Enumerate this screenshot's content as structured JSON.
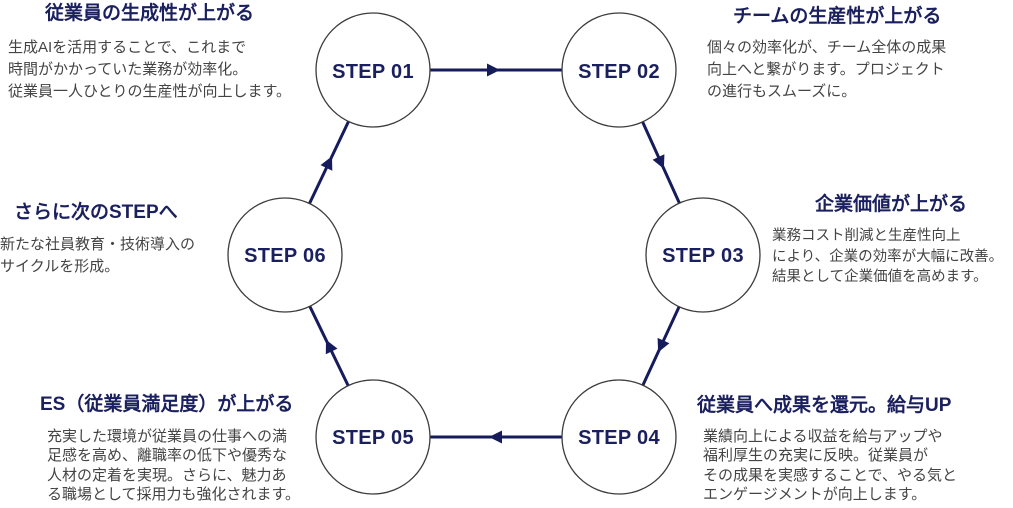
{
  "steps": [
    {
      "label": "STEP 01",
      "title": "従業員の生成性が上がる",
      "lines": [
        "生成AIを活用することで、これまで",
        "時間がかかっていた業務が効率化。",
        "従業員一人ひとりの生産性が向上します。"
      ]
    },
    {
      "label": "STEP 02",
      "title": "チームの生産性が上がる",
      "lines": [
        "個々の効率化が、チーム全体の成果",
        "向上へと繋がります。プロジェクト",
        "の進行もスムーズに。"
      ]
    },
    {
      "label": "STEP 03",
      "title": "企業価値が上がる",
      "lines": [
        "業務コスト削減と生産性向上",
        "により、企業の効率が大幅に改善。",
        "結果として企業価値を高めます。"
      ]
    },
    {
      "label": "STEP 04",
      "title": "従業員へ成果を還元。給与UP",
      "lines": [
        "業績向上による収益を給与アップや",
        "福利厚生の充実に反映。従業員が",
        "その成果を実感することで、やる気と",
        "エンゲージメントが向上します。"
      ]
    },
    {
      "label": "STEP 05",
      "title": "ES（従業員満足度）が上がる",
      "lines": [
        "充実した環境が従業員の仕事への満",
        "足感を高め、離職率の低下や優秀な",
        "人材の定着を実現。さらに、魅力あ",
        "る職場として採用力も強化されます。"
      ]
    },
    {
      "label": "STEP 06",
      "title": "さらに次のSTEPへ",
      "lines": [
        "新たな社員教育・技術導入の",
        "サイクルを形成。"
      ]
    }
  ],
  "colors": {
    "accent_navy": "#1a1f5e",
    "connector": "#161b5c",
    "body_text": "#444444",
    "circle_border": "#3c3c3c",
    "background": "#ffffff"
  }
}
